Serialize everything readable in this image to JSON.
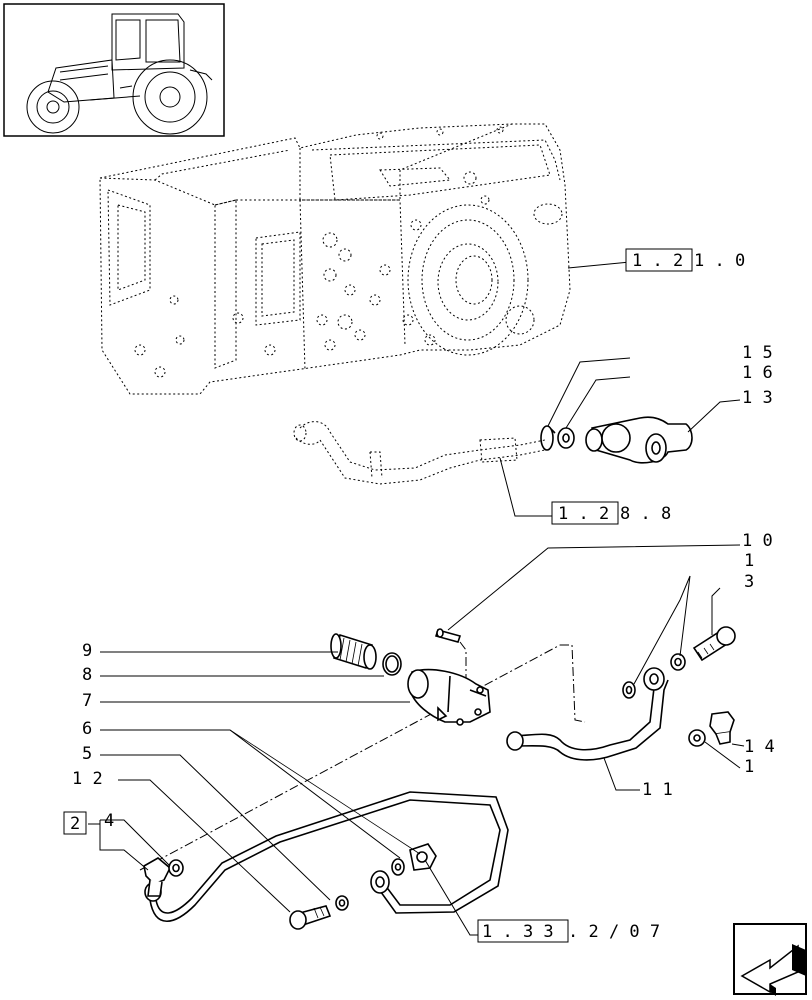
{
  "refs": {
    "r1": {
      "boxed": "1 . 2",
      "rest": "1 . 0"
    },
    "r2": {
      "boxed": "1 . 2",
      "rest": "8 . 8"
    },
    "r3": {
      "boxed": "1 . 3 3",
      "rest": ". 2 / 0 7"
    },
    "r4": {
      "boxed": "2"
    }
  },
  "labels": {
    "l15": "1 5",
    "l16": "1 6",
    "l13": "1 3",
    "l10": "1 0",
    "l1a": "1",
    "l3": "3",
    "l9": "9",
    "l8": "8",
    "l7": "7",
    "l6": "6",
    "l5": "5",
    "l12": "1 2",
    "l4": "4",
    "l14": "1 4",
    "l1b": "1",
    "l11": "1 1"
  }
}
